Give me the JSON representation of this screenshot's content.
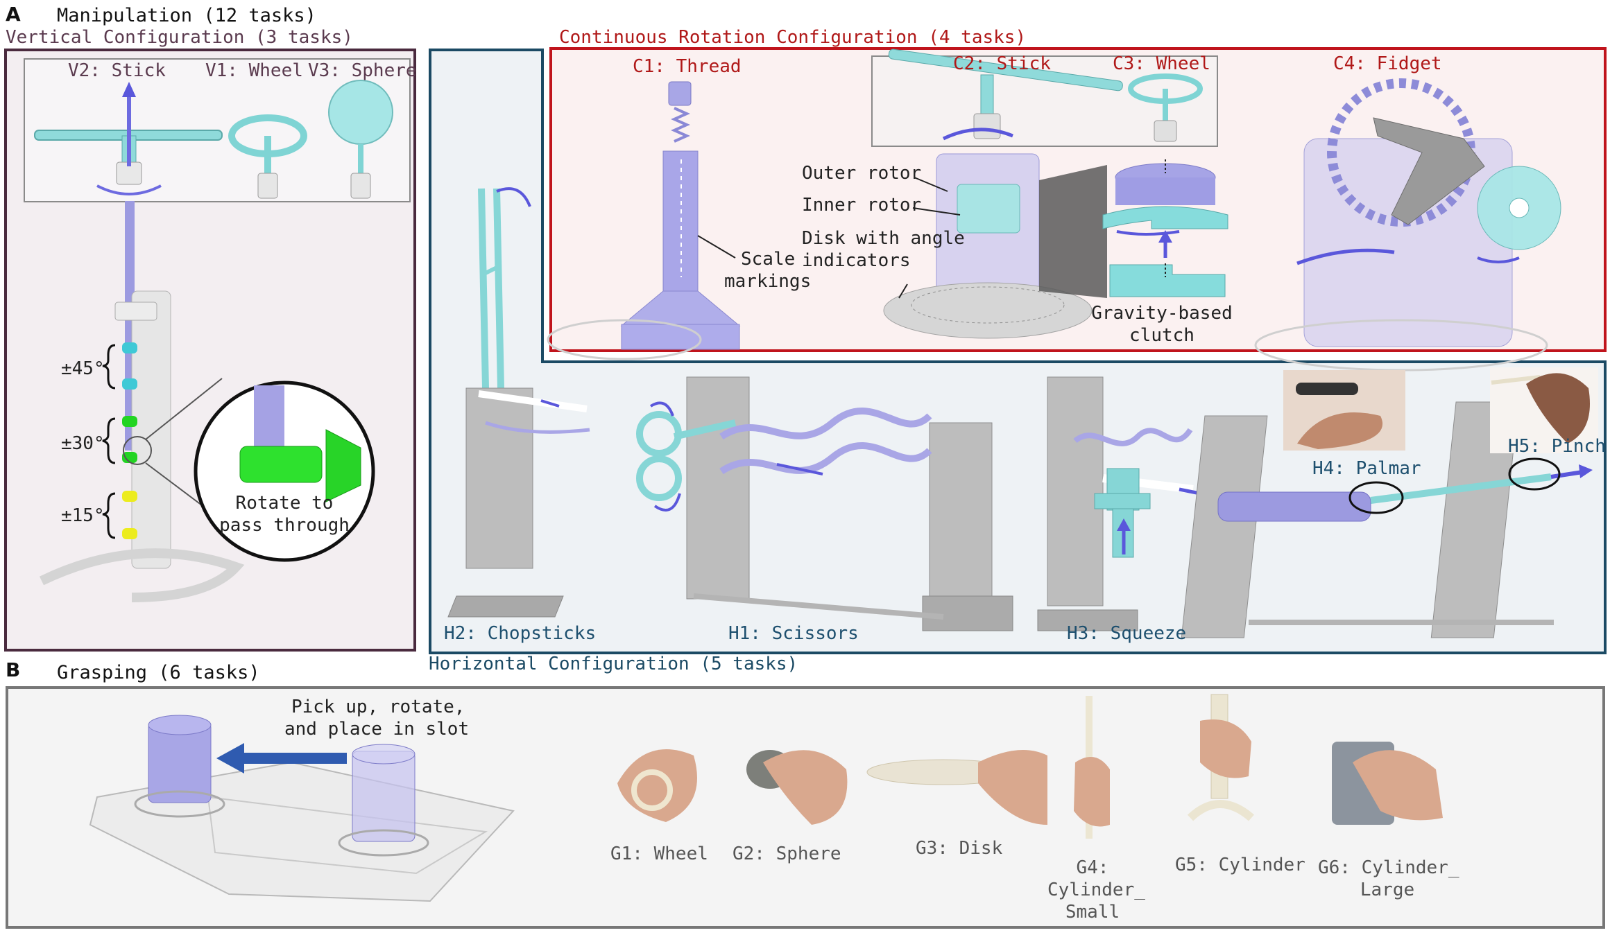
{
  "panel_a": {
    "letter": "A",
    "title": "Manipulation (12 tasks)"
  },
  "vertical": {
    "title": "Vertical Configuration (3 tasks)",
    "v2": "V2: Stick",
    "v1": "V1: Wheel",
    "v3": "V3: Sphere",
    "angles": [
      "±45°",
      "±30°",
      "±15°"
    ],
    "callout": "Rotate to pass through",
    "callout_line1": "Rotate to",
    "callout_line2": "pass through",
    "colors": {
      "frame": "#4a2a3e",
      "bg": "#f3eef1",
      "purple_rod": "#9a97e0",
      "teal": "#7fd9d9",
      "green": "#22d422",
      "yellow": "#ecec1e",
      "cyan": "#3fc9d6"
    }
  },
  "continuous": {
    "title": "Continuous Rotation Configuration (4 tasks)",
    "c1": "C1: Thread",
    "c2": "C2: Stick",
    "c3": "C3: Wheel",
    "c4": "C4: Fidget",
    "outer_rotor": "Outer rotor",
    "inner_rotor": "Inner rotor",
    "disk_line1": "Disk with angle",
    "disk_line2": "indicators",
    "scale_line1": "Scale",
    "scale_line2": "markings",
    "clutch_line1": "Gravity-based",
    "clutch_line2": "clutch",
    "colors": {
      "frame": "#c0141c",
      "bg": "#fbf1f1"
    }
  },
  "horizontal": {
    "title": "Horizontal Configuration (5 tasks)",
    "h1": "H1: Scissors",
    "h2": "H2: Chopsticks",
    "h3": "H3: Squeeze",
    "h4": "H4: Palmar",
    "h5": "H5: Pinch",
    "colors": {
      "frame": "#1b4a64",
      "bg": "#eef2f5"
    }
  },
  "panel_b": {
    "letter": "B",
    "title": "Grasping (6 tasks)",
    "instruction_line1": "Pick up, rotate,",
    "instruction_line2": "and place in slot",
    "g1": "G1: Wheel",
    "g2": "G2: Sphere",
    "g3": "G3: Disk",
    "g4_line1": "G4:",
    "g4_line2": "Cylinder_",
    "g4_line3": "Small",
    "g5": "G5: Cylinder",
    "g6_line1": "G6: Cylinder_",
    "g6_line2": "Large",
    "colors": {
      "frame": "#777777",
      "bg": "#f4f4f4"
    }
  }
}
